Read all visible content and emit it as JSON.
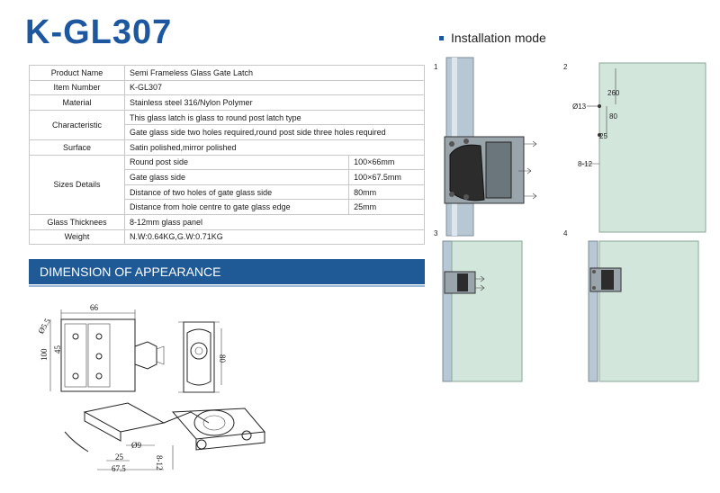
{
  "title": "K-GL307",
  "install_heading": "Installation mode",
  "spec": {
    "product_name_label": "Product Name",
    "product_name_value": "Semi   Frameless Glass Gate Latch",
    "item_number_label": "Item Number",
    "item_number_value": "K-GL307",
    "material_label": "Material",
    "material_value": "Stainless steel 316/Nylon Polymer",
    "characteristic_label": "Characteristic",
    "characteristic_values": [
      "This glass latch is glass   to round post latch type",
      "Gate glass side two holes required,round   post side three holes required"
    ],
    "surface_label": "Surface",
    "surface_value": "Satin polished,mirror polished",
    "sizes_label": "Sizes Details",
    "sizes_rows": [
      {
        "name": "Round post side",
        "value": "100×66mm"
      },
      {
        "name": "Gate glass side",
        "value": "100×67.5mm"
      },
      {
        "name": "Distance of two holes of gate glass side",
        "value": "80mm"
      },
      {
        "name": "Distance from hole centre to gate glass edge",
        "value": "25mm"
      }
    ],
    "glass_label": "Glass Thicknees",
    "glass_value": "8-12mm glass panel",
    "weight_label": "Weight",
    "weight_value": "N.W:0.64KG,G.W:0.71KG"
  },
  "dimension_heading": "DIMENSION OF APPEARANCE",
  "drawing_labels": {
    "d66": "66",
    "d55": "Ø5.5",
    "d100": "100",
    "d45": "45",
    "d80": "80",
    "d9": "Ø9",
    "d25": "25",
    "d675": "67.5",
    "d812": "8-12"
  },
  "install_steps": {
    "n1": "1",
    "n2": "2",
    "n3": "3",
    "n4": "4",
    "d13": "Ø13",
    "d260": "260",
    "d80": "80",
    "d25": "25",
    "d812": "8-12"
  }
}
